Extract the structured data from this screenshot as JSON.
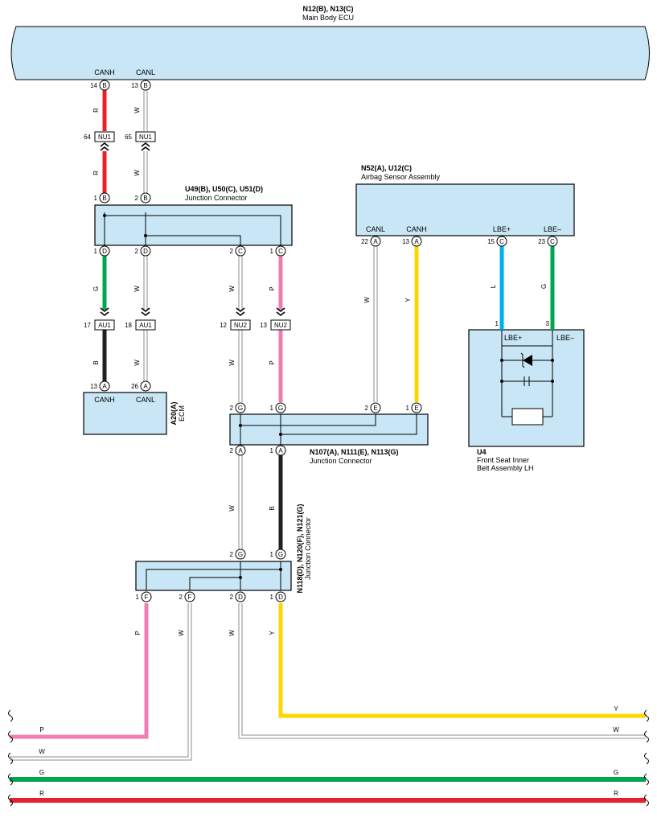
{
  "colors": {
    "box_fill": "#c8e6f5",
    "red": "#e8202a",
    "green": "#00a650",
    "pink": "#f07cb4",
    "yellow": "#ffd500",
    "blue": "#00aeef",
    "black": "#231f20",
    "white_wire": "#ffffff",
    "wire_outline": "#8c8c8c"
  },
  "ecu": {
    "codes": "N12(B), N13(C)",
    "name": "Main Body ECU",
    "pin_canh_num": "14",
    "pin_canh_letter": "B",
    "pin_canh_label": "CANH",
    "pin_canl_num": "13",
    "pin_canl_letter": "B",
    "pin_canl_label": "CANL"
  },
  "nu1": {
    "left_num": "64",
    "right_num": "65",
    "label": "NU1"
  },
  "jc1": {
    "codes": "U49(B), U50(C), U51(D)",
    "name": "Junction Connector",
    "top1_num": "1",
    "top1_letter": "B",
    "top2_num": "2",
    "top2_letter": "B",
    "b1_num": "1",
    "b1_letter": "D",
    "b2_num": "2",
    "b2_letter": "D",
    "b3_num": "2",
    "b3_letter": "C",
    "b4_num": "1",
    "b4_letter": "C"
  },
  "au1": {
    "left_num": "17",
    "right_num": "18",
    "label": "AU1"
  },
  "nu2": {
    "left_num": "12",
    "right_num": "13",
    "label": "NU2"
  },
  "ecm": {
    "codes": "A20(A)",
    "name": "ECM",
    "p1_num": "13",
    "p1_letter": "A",
    "p1_label": "CANH",
    "p2_num": "26",
    "p2_letter": "A",
    "p2_label": "CANL"
  },
  "airbag": {
    "codes": "N52(A), U12(C)",
    "name": "Airbag Sensor Assembly",
    "p1_num": "22",
    "p1_letter": "A",
    "p1_label": "CANL",
    "p2_num": "13",
    "p2_letter": "A",
    "p2_label": "CANH",
    "p3_num": "15",
    "p3_letter": "C",
    "p3_label": "LBE+",
    "p4_num": "23",
    "p4_letter": "C",
    "p4_label": "LBE–"
  },
  "belt": {
    "code": "U4",
    "name1": "Front Seat Inner",
    "name2": "Belt Assembly LH",
    "p1_num": "1",
    "p1_label": "LBE+",
    "p2_num": "3",
    "p2_label": "LBE–"
  },
  "jc2": {
    "codes": "N107(A), N111(E), N113(G)",
    "name": "Junction Connector",
    "t1_num": "2",
    "t1_letter": "G",
    "t2_num": "1",
    "t2_letter": "G",
    "t3_num": "2",
    "t3_letter": "E",
    "t4_num": "1",
    "t4_letter": "E",
    "b1_num": "2",
    "b1_letter": "A",
    "b2_num": "1",
    "b2_letter": "A"
  },
  "jc3": {
    "codes": "N118(D), N120(F), N121(G)",
    "name": "Junction Connector",
    "t1_num": "2",
    "t1_letter": "G",
    "t2_num": "1",
    "t2_letter": "G",
    "b1_num": "1",
    "b1_letter": "F",
    "b2_num": "2",
    "b2_letter": "F",
    "b3_num": "2",
    "b3_letter": "D",
    "b4_num": "1",
    "b4_letter": "D"
  },
  "wire_codes": {
    "R": "R",
    "W": "W",
    "G": "G",
    "B": "B",
    "P": "P",
    "Y": "Y",
    "L": "L"
  },
  "bus": {
    "y_label": "Y",
    "w_label": "W",
    "p_label": "P",
    "g_label": "G",
    "r_label": "R"
  }
}
